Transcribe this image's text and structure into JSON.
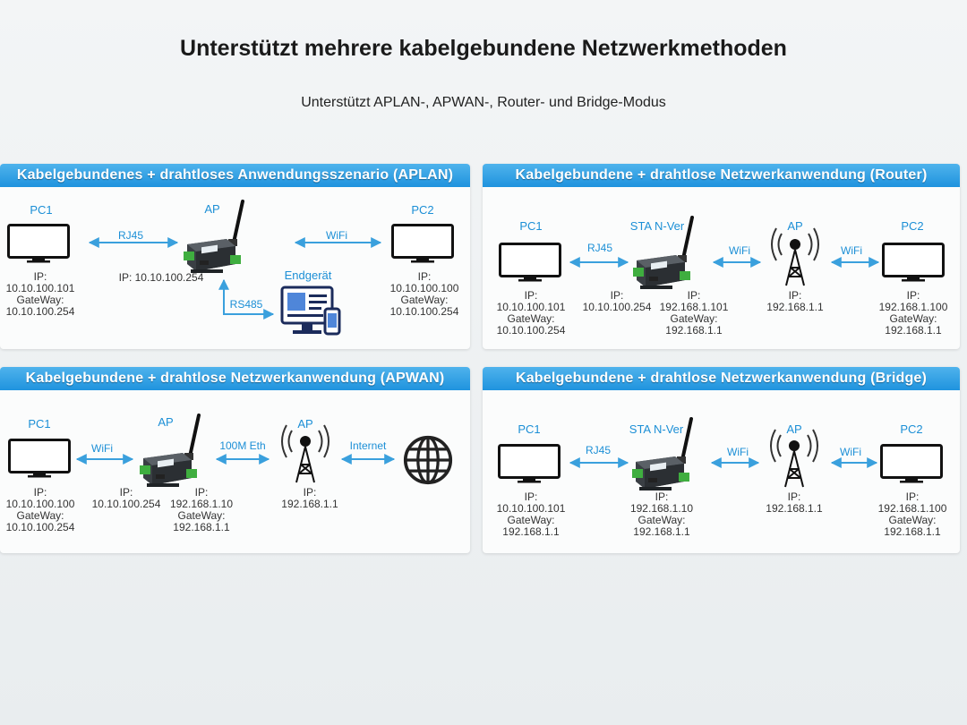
{
  "title": "Unterstützt mehrere kabelgebundene Netzwerkmethoden",
  "subtitle": "Unterstützt APLAN-, APWAN-, Router- und Bridge-Modus",
  "colors": {
    "header": "#1f93de",
    "arrow": "#3aa0dd",
    "label": "#1c8fd6"
  },
  "aplan": {
    "header": "Kabelgebundenes + drahtloses Anwendungsszenario (APLAN)",
    "pc1": {
      "name": "PC1",
      "ip_label": "IP:",
      "ip": "10.10.100.101",
      "gw_label": "GateWay:",
      "gw": "10.10.100.254"
    },
    "link1": "RJ45",
    "ap": {
      "name": "AP",
      "ip": "IP: 10.10.100.254"
    },
    "link2": "WiFi",
    "pc2": {
      "name": "PC2",
      "ip_label": "IP:",
      "ip": "10.10.100.100",
      "gw_label": "GateWay:",
      "gw": "10.10.100.254"
    },
    "endgeraet": "Endgerät",
    "link3": "RS485"
  },
  "router": {
    "header": "Kabelgebundene + drahtlose Netzwerkanwendung (Router)",
    "pc1": {
      "name": "PC1",
      "ip_label": "IP:",
      "ip": "10.10.100.101",
      "gw_label": "GateWay:",
      "gw": "10.10.100.254"
    },
    "link1": "RJ45",
    "sta": {
      "name": "STA N-Ver",
      "ip_left_label": "IP:",
      "ip_left": "10.10.100.254",
      "ip_label": "IP:",
      "ip": "192.168.1.101",
      "gw_label": "GateWay:",
      "gw": "192.168.1.1"
    },
    "link2": "WiFi",
    "ap": {
      "name": "AP",
      "ip_label": "IP:",
      "ip": "192.168.1.1"
    },
    "link3": "WiFi",
    "pc2": {
      "name": "PC2",
      "ip_label": "IP:",
      "ip": "192.168.1.100",
      "gw_label": "GateWay:",
      "gw": "192.168.1.1"
    }
  },
  "apwan": {
    "header": "Kabelgebundene + drahtlose Netzwerkanwendung (APWAN)",
    "pc1": {
      "name": "PC1",
      "ip_label": "IP:",
      "ip": "10.10.100.100",
      "gw_label": "GateWay:",
      "gw": "10.10.100.254"
    },
    "link1": "WiFi",
    "ap_dev": {
      "name": "AP",
      "ip_left_label": "IP:",
      "ip_left": "10.10.100.254",
      "ip_label": "IP:",
      "ip": "192.168.1.10",
      "gw_label": "GateWay:",
      "gw": "192.168.1.1"
    },
    "link2": "100M Eth",
    "ap": {
      "name": "AP",
      "ip_label": "IP:",
      "ip": "192.168.1.1"
    },
    "link3": "Internet"
  },
  "bridge": {
    "header": "Kabelgebundene + drahtlose Netzwerkanwendung (Bridge)",
    "pc1": {
      "name": "PC1",
      "ip_label": "IP:",
      "ip": "10.10.100.101",
      "gw_label": "GateWay:",
      "gw": "192.168.1.1"
    },
    "link1": "RJ45",
    "sta": {
      "name": "STA N-Ver",
      "ip_label": "IP:",
      "ip": "192.168.1.10",
      "gw_label": "GateWay:",
      "gw": "192.168.1.1"
    },
    "link2": "WiFi",
    "ap": {
      "name": "AP",
      "ip_label": "IP:",
      "ip": "192.168.1.1"
    },
    "link3": "WiFi",
    "pc2": {
      "name": "PC2",
      "ip_label": "IP:",
      "ip": "192.168.1.100",
      "gw_label": "GateWay:",
      "gw": "192.168.1.1"
    }
  }
}
